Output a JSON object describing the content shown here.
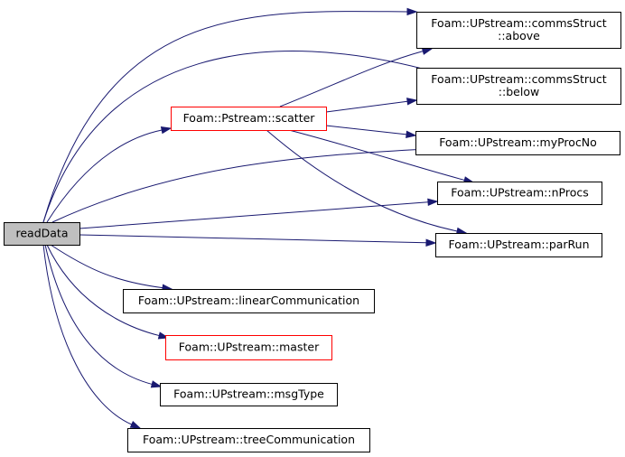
{
  "colors": {
    "edge": "#191970",
    "node_border": "#000000",
    "node_border_highlight": "#ff0000",
    "node_fill": "#ffffff",
    "node_fill_selected": "#bfbfbf"
  },
  "nodes": [
    {
      "id": "readData",
      "lines": [
        "readData"
      ],
      "selected": true,
      "highlight": false
    },
    {
      "id": "scatter",
      "lines": [
        "Foam::Pstream::scatter"
      ],
      "selected": false,
      "highlight": true
    },
    {
      "id": "above",
      "lines": [
        "Foam::UPstream::commsStruct",
        "::above"
      ],
      "selected": false,
      "highlight": false
    },
    {
      "id": "below",
      "lines": [
        "Foam::UPstream::commsStruct",
        "::below"
      ],
      "selected": false,
      "highlight": false
    },
    {
      "id": "myProcNo",
      "lines": [
        "Foam::UPstream::myProcNo"
      ],
      "selected": false,
      "highlight": false
    },
    {
      "id": "nProcs",
      "lines": [
        "Foam::UPstream::nProcs"
      ],
      "selected": false,
      "highlight": false
    },
    {
      "id": "parRun",
      "lines": [
        "Foam::UPstream::parRun"
      ],
      "selected": false,
      "highlight": false
    },
    {
      "id": "linearCommunication",
      "lines": [
        "Foam::UPstream::linearCommunication"
      ],
      "selected": false,
      "highlight": false
    },
    {
      "id": "master",
      "lines": [
        "Foam::UPstream::master"
      ],
      "selected": false,
      "highlight": true
    },
    {
      "id": "msgType",
      "lines": [
        "Foam::UPstream::msgType"
      ],
      "selected": false,
      "highlight": false
    },
    {
      "id": "treeCommunication",
      "lines": [
        "Foam::UPstream::treeCommunication"
      ],
      "selected": false,
      "highlight": false
    }
  ],
  "edges": [
    {
      "from": "readData",
      "to": "above"
    },
    {
      "from": "readData",
      "to": "below"
    },
    {
      "from": "readData",
      "to": "scatter"
    },
    {
      "from": "readData",
      "to": "myProcNo"
    },
    {
      "from": "readData",
      "to": "nProcs"
    },
    {
      "from": "readData",
      "to": "parRun"
    },
    {
      "from": "readData",
      "to": "linearCommunication"
    },
    {
      "from": "readData",
      "to": "master"
    },
    {
      "from": "readData",
      "to": "msgType"
    },
    {
      "from": "readData",
      "to": "treeCommunication"
    },
    {
      "from": "scatter",
      "to": "above"
    },
    {
      "from": "scatter",
      "to": "below"
    },
    {
      "from": "scatter",
      "to": "myProcNo"
    },
    {
      "from": "scatter",
      "to": "nProcs"
    },
    {
      "from": "scatter",
      "to": "parRun"
    }
  ]
}
